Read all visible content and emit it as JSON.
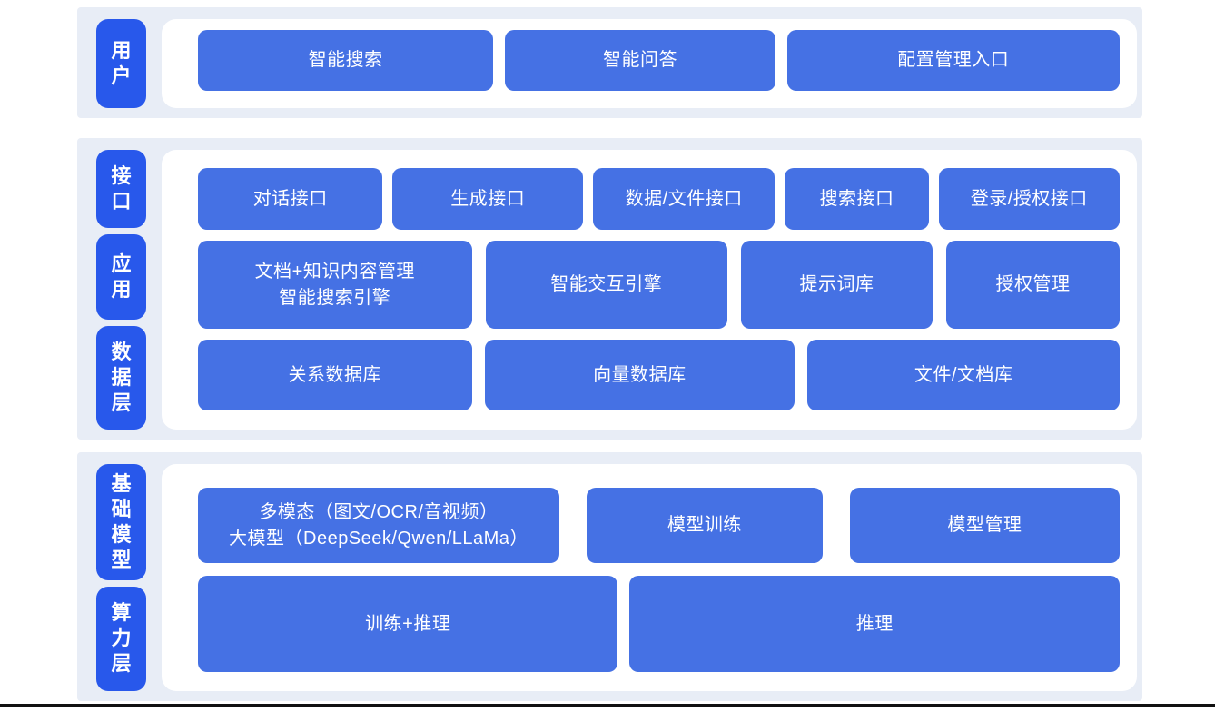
{
  "colors": {
    "page_bg": "#ffffff",
    "section_bg": "#e8edf6",
    "panel_bg": "#ffffff",
    "label_bg": "#2858eb",
    "node_bg": "#4571e4",
    "node_text": "#ffffff",
    "bottom_line": "#111111"
  },
  "diagram": {
    "sections": [
      {
        "labels": [
          {
            "text": "用户"
          }
        ],
        "rows": [
          {
            "nodes": [
              {
                "text": "智能搜索"
              },
              {
                "text": "智能问答"
              },
              {
                "text": "配置管理入口"
              }
            ]
          }
        ]
      },
      {
        "labels": [
          {
            "text": "接口"
          },
          {
            "text": "应用"
          },
          {
            "text": "数据层"
          }
        ],
        "rows": [
          {
            "nodes": [
              {
                "text": "对话接口"
              },
              {
                "text": "生成接口"
              },
              {
                "text": "数据/文件接口"
              },
              {
                "text": "搜索接口"
              },
              {
                "text": "登录/授权接口"
              }
            ]
          },
          {
            "nodes": [
              {
                "text": "文档+知识内容管理\n智能搜索引擎"
              },
              {
                "text": "智能交互引擎"
              },
              {
                "text": "提示词库"
              },
              {
                "text": "授权管理"
              }
            ]
          },
          {
            "nodes": [
              {
                "text": "关系数据库"
              },
              {
                "text": "向量数据库"
              },
              {
                "text": "文件/文档库"
              }
            ]
          }
        ]
      },
      {
        "labels": [
          {
            "text": "基础模型"
          },
          {
            "text": "算力层"
          }
        ],
        "rows": [
          {
            "nodes": [
              {
                "text": "多模态（图文/OCR/音视频）\n大模型（DeepSeek/Qwen/LLaMa）"
              },
              {
                "text": "模型训练"
              },
              {
                "text": "模型管理"
              }
            ]
          },
          {
            "nodes": [
              {
                "text": "训练+推理"
              },
              {
                "text": "推理"
              }
            ]
          }
        ]
      }
    ]
  }
}
